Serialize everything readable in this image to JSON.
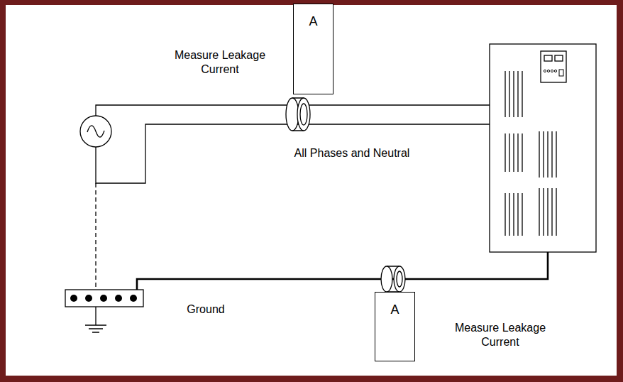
{
  "diagram": {
    "nodes": [
      {
        "text": [
          "A"
        ]
      },
      {
        "text": [
          "A"
        ]
      }
    ],
    "labels": [
      "Measure Leakage Current",
      "All Phases and Neutral",
      "Ground",
      "Measure Leakage Current"
    ]
  }
}
